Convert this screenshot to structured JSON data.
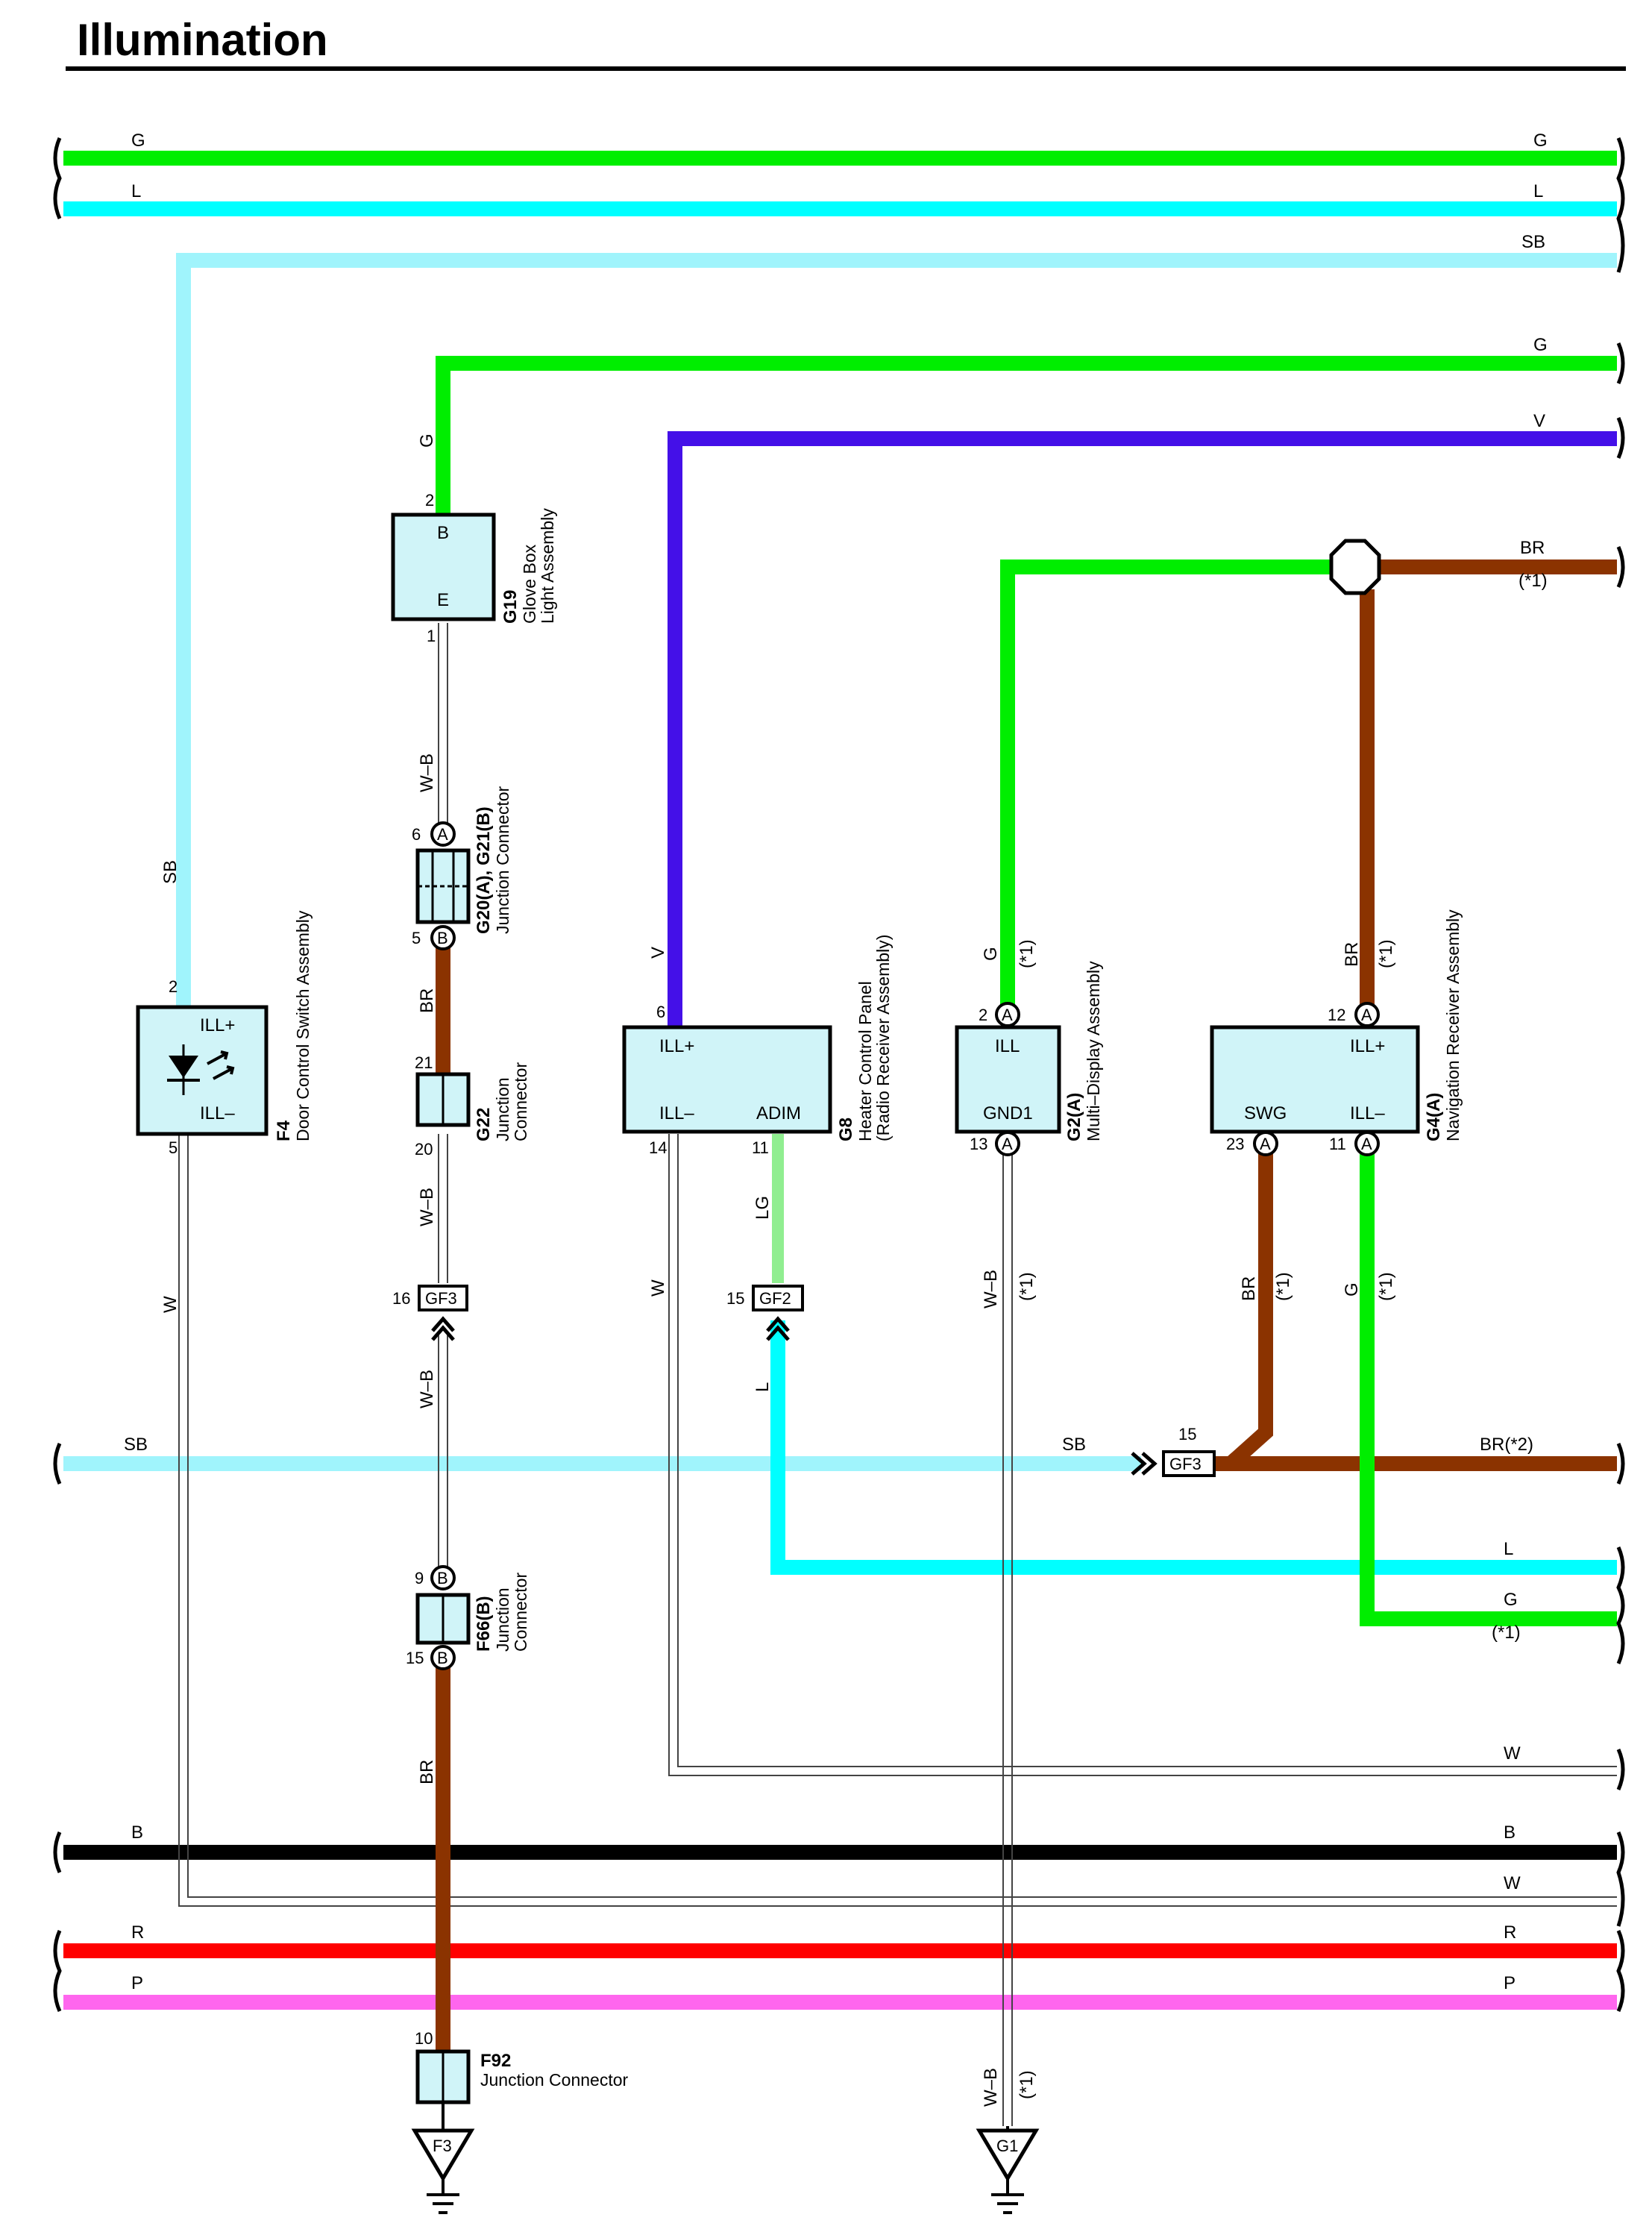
{
  "title": "Illumination",
  "colors": {
    "G": "#00ee00",
    "L": "#00ffff",
    "SB": "#a0f4fc",
    "V": "#4410e8",
    "BR": "#8b3300",
    "LG": "#90ee90",
    "B": "#000000",
    "R": "#ff0000",
    "P": "#ff66ee",
    "W": "#ffffff",
    "WB": "#ffffff",
    "box_fill": "#d0f4f8"
  },
  "wire_labels": {
    "G": "G",
    "L": "L",
    "SB": "SB",
    "V": "V",
    "BR": "BR",
    "LG": "LG",
    "W": "W",
    "WB": "W–B",
    "B": "B",
    "R": "R",
    "P": "P",
    "BR2": "BR(*2)",
    "star1": "(*1)"
  },
  "components": {
    "f4": {
      "id": "F4",
      "name": "Door Control Switch Assembly",
      "pin_top": "ILL+",
      "pin_bottom": "ILL–"
    },
    "g19": {
      "id": "G19",
      "name1": "Glove Box",
      "name2": "Light Assembly",
      "pin_top": "B",
      "pin_bottom": "E"
    },
    "g20": {
      "id": "G20(A), G21(B)",
      "name": "Junction Connector"
    },
    "g22": {
      "id": "G22",
      "name1": "Junction",
      "name2": "Connector"
    },
    "f66": {
      "id": "F66(B)",
      "name1": "Junction",
      "name2": "Connector"
    },
    "f92": {
      "id": "F92",
      "name": "Junction Connector"
    },
    "g8": {
      "id": "G8",
      "name1": "Heater Control Panel",
      "name2": "(Radio Receiver Assembly)",
      "pin1": "ILL+",
      "pin2": "ILL–",
      "pin3": "ADIM"
    },
    "g2": {
      "id": "G2(A)",
      "name": "Multi–Display Assembly",
      "pin1": "ILL",
      "pin2": "GND1"
    },
    "g4": {
      "id": "G4(A)",
      "name": "Navigation Receiver Assembly",
      "pin1": "ILL+",
      "pin2": "SWG",
      "pin3": "ILL–"
    }
  },
  "pins": {
    "p1": "1",
    "p2": "2",
    "p5": "5",
    "p6": "6",
    "p9": "9",
    "p10": "10",
    "p11": "11",
    "p12": "12",
    "p13": "13",
    "p14": "14",
    "p15": "15",
    "p16": "16",
    "p20": "20",
    "p21": "21",
    "p23": "23"
  },
  "connector_letters": {
    "a": "A",
    "b": "B"
  },
  "inline_connectors": {
    "gf3": "GF3",
    "gf2": "GF2"
  },
  "grounds": {
    "f3": "F3",
    "g1": "G1"
  }
}
